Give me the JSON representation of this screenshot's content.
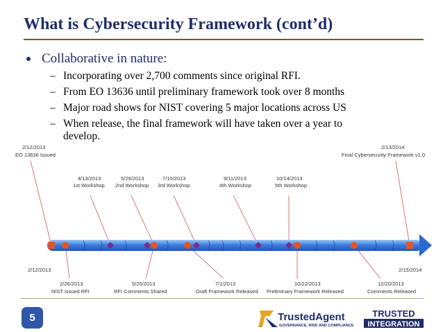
{
  "title": "What is Cybersecurity Framework (cont’d)",
  "bullet": "Collaborative in nature:",
  "sub_items": [
    "Incorporating over 2,700 comments since original RFI.",
    "From EO 13636 until preliminary framework took over 8 months",
    "Major road shows for NIST covering 5 major locations across US",
    "When release, the final framework will have taken over a year to",
    "develop."
  ],
  "timeline": {
    "top": [
      {
        "date": "2/12/2013",
        "label": "EO 13636 Issued"
      },
      {
        "date": "4/13/2013",
        "label": "1st Workshop"
      },
      {
        "date": "5/29/2013",
        "label": "2nd Workshop"
      },
      {
        "date": "7/10/2013",
        "label": "3rd Workshop"
      },
      {
        "date": "9/11/2013",
        "label": "4th Workshop"
      },
      {
        "date": "10/14/2013",
        "label": "5th Workshop"
      },
      {
        "date": "2/13/2014",
        "label": "Final Cybersecurity Framework v1.0"
      }
    ],
    "bottom": [
      {
        "date": "2/12/2013",
        "label": ""
      },
      {
        "date": "2/26/2013",
        "label": "NIST issued RFI"
      },
      {
        "date": "5/25/2013",
        "label": "RFI Comments Shared"
      },
      {
        "date": "7/1/2013",
        "label": "Draft Framework Released"
      },
      {
        "date": "10/22/2013",
        "label": "Preliminary Framework Released"
      },
      {
        "date": "12/20/2013",
        "label": "Comments Released"
      },
      {
        "date": "2/15/2014",
        "label": ""
      }
    ]
  },
  "slide_number": "5",
  "logos": {
    "trusted_agent": "TrustedAgent",
    "trusted_agent_tagline": "GOVERNANCE, RISK AND COMPLIANCE",
    "trusted_integration_1": "TRUSTED",
    "trusted_integration_2": "INTEGRATION"
  },
  "colors": {
    "title": "#1f2d6b",
    "timeline_bar": "#3d7fe0",
    "marker_orange": "#e8531f",
    "marker_purple": "#7a2a8c",
    "leader_line": "#d9534f",
    "slide_number_bg": "#2f56a8"
  }
}
